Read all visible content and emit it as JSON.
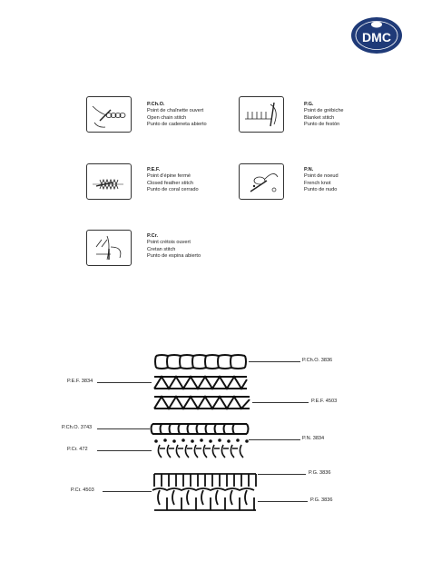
{
  "brand": {
    "logo_text": "DMC",
    "color": "#1f3a78"
  },
  "stitches": [
    {
      "code": "P.Ch.O.",
      "fr": "Point de chaînette ouvert",
      "en": "Open chain stitch",
      "es": "Punto de cadeneta abierto"
    },
    {
      "code": "P.G.",
      "fr": "Point de grébiche",
      "en": "Blanket stitch",
      "es": "Punto de festón"
    },
    {
      "code": "P.E.F.",
      "fr": "Point d'épine fermé",
      "en": "Closed feather stitch",
      "es": "Punto de coral cerrado"
    },
    {
      "code": "P.N.",
      "fr": "Point de noeud",
      "en": "French knot",
      "es": "Punto de nudo"
    },
    {
      "code": "P.Cr.",
      "fr": "Point crétois ouvert",
      "en": "Cretan stitch",
      "es": "Punto de espina abierto"
    }
  ],
  "sample_labels": [
    {
      "text": "P.Ch.O. 3836",
      "side": "right"
    },
    {
      "text": "P.E.F. 3834",
      "side": "left"
    },
    {
      "text": "P.E.F. 4503",
      "side": "right"
    },
    {
      "text": "P.Ch.O. 3743",
      "side": "left"
    },
    {
      "text": "P.N. 3834",
      "side": "right"
    },
    {
      "text": "P.Cr. 472",
      "side": "left"
    },
    {
      "text": "P.G. 3836",
      "side": "right"
    },
    {
      "text": "P.Cr. 4503",
      "side": "left"
    },
    {
      "text": "P.G. 3836",
      "side": "right"
    }
  ]
}
